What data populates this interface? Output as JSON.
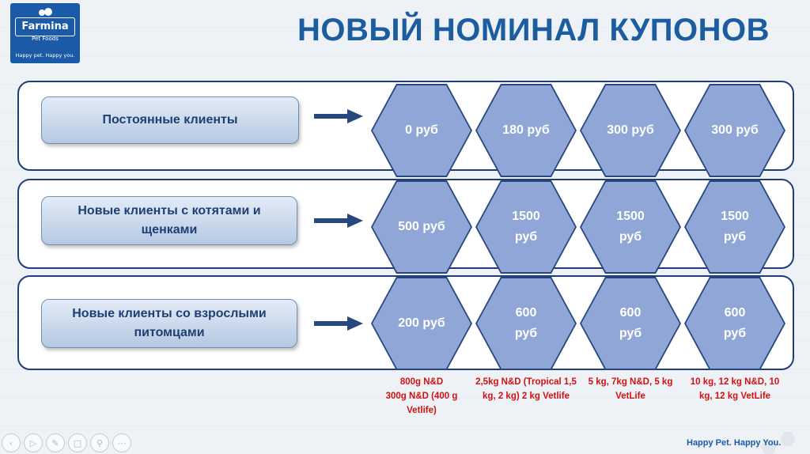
{
  "logo": {
    "brand": "Farmina",
    "subtitle": "Pet Foods",
    "tagline": "Happy pet. Happy you."
  },
  "title": "НОВЫЙ НОМИНАЛ КУПОНОВ",
  "rows": [
    {
      "label": "Постоянные клиенты",
      "values": [
        "0 руб",
        "180 руб",
        "300 руб",
        "300 руб"
      ]
    },
    {
      "label": "Новые клиенты с котятами и щенками",
      "values": [
        "500 руб",
        "1500 руб",
        "1500 руб",
        "1500 руб"
      ]
    },
    {
      "label": "Новые клиенты со взрослыми питомцами",
      "values": [
        "200 руб",
        "600 руб",
        "600 руб",
        "600 руб"
      ]
    }
  ],
  "notes": [
    "800g N&D\n300g N&D (400 g Vetlife)",
    "2,5kg N&D (Tropical 1,5 kg, 2 kg) 2 kg Vetlife",
    "5 kg, 7kg N&D, 5 kg VetLife",
    "10 kg, 12 kg N&D,  10 kg, 12 kg  VetLife"
  ],
  "footer": "Happy Pet. Happy You.",
  "colors": {
    "title": "#1c5d9f",
    "hex_fill": "#8fa6d6",
    "hex_border": "#29477f",
    "note_text": "#d11212",
    "row_border": "#1f3f74"
  },
  "toolbar_icons": [
    "previous-icon",
    "play-icon",
    "pen-icon",
    "slides-icon",
    "zoom-icon",
    "more-icon"
  ]
}
